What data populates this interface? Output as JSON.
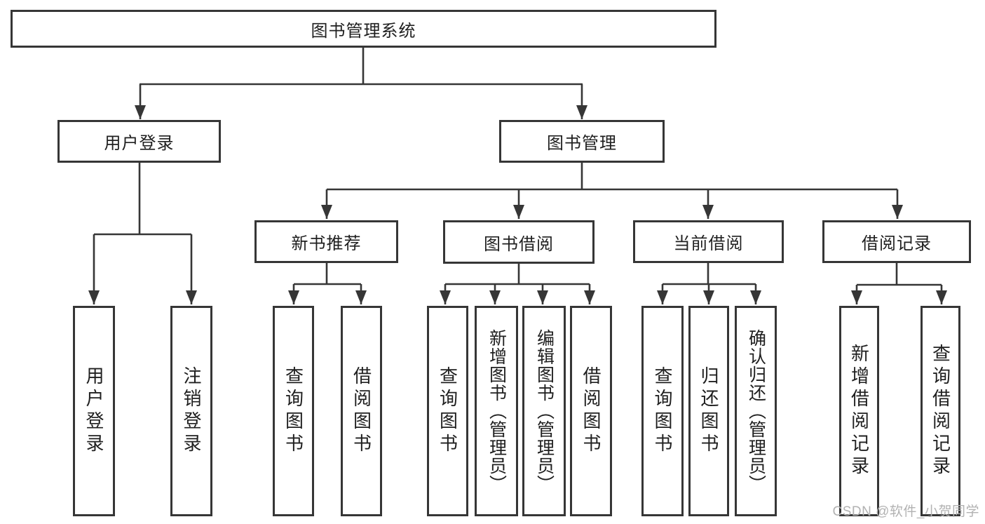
{
  "diagram_title": "图书管理系统",
  "colors": {
    "line": "#363636",
    "box_border": "#363636",
    "text": "#1f1f1f",
    "watermark": "#b2b2b2",
    "background": "#ffffff"
  },
  "nodes": {
    "root": "图书管理系统",
    "user_login": "用户登录",
    "book_mgmt": "图书管理",
    "new_book_rec": "新书推荐",
    "book_borrow": "图书借阅",
    "current_borrow": "当前借阅",
    "borrow_records": "借阅记录",
    "leaf_user_login": "用户登录",
    "leaf_logout": "注销登录",
    "leaf_nbr_query_books": "查询图书",
    "leaf_nbr_borrow_books": "借阅图书",
    "leaf_bb_query_books": "查询图书",
    "leaf_bb_add_books_admin": "新增图书（管理员）",
    "leaf_bb_edit_books_admin": "编辑图书（管理员）",
    "leaf_bb_borrow_books": "借阅图书",
    "leaf_cb_query_books": "查询图书",
    "leaf_cb_return_books": "归还图书",
    "leaf_cb_confirm_return_admin": "确认归还（管理员）",
    "leaf_br_add_record": "新增借阅记录",
    "leaf_br_query_record": "查询借阅记录"
  },
  "structure": {
    "图书管理系统": {
      "用户登录": [
        "用户登录",
        "注销登录"
      ],
      "图书管理": {
        "新书推荐": [
          "查询图书",
          "借阅图书"
        ],
        "图书借阅": [
          "查询图书",
          "新增图书（管理员）",
          "编辑图书（管理员）",
          "借阅图书"
        ],
        "当前借阅": [
          "查询图书",
          "归还图书",
          "确认归还（管理员）"
        ],
        "借阅记录": [
          "新增借阅记录",
          "查询借阅记录"
        ]
      }
    }
  },
  "watermark": "CSDN @软件_小贺同学"
}
